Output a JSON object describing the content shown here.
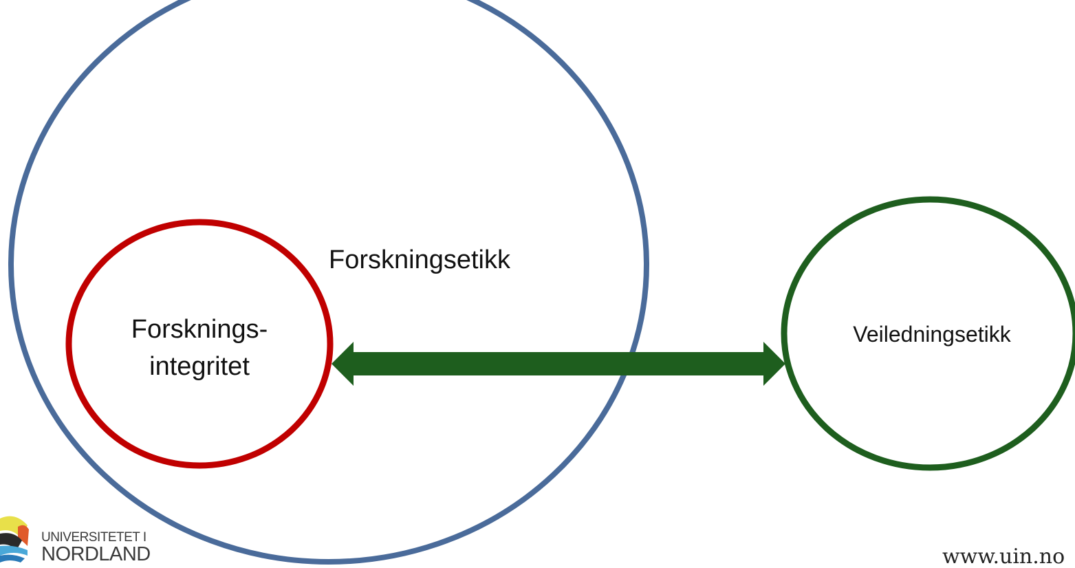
{
  "diagram": {
    "outer_circle": {
      "label": "Forskningsetikk",
      "color": "#4a6b9a"
    },
    "inner_circle": {
      "label_line1": "Forsknings-",
      "label_line2": "integritet",
      "color": "#c00000"
    },
    "right_circle": {
      "label": "Veiledningsetikk",
      "color": "#1e5e1e"
    },
    "arrow": {
      "type": "double-headed",
      "color": "#1e5e1e"
    }
  },
  "logo": {
    "line1": "UNIVERSITETET I",
    "line2": "NORDLAND",
    "icon": "wave-logo-icon"
  },
  "footer": {
    "url": "www.uin.no"
  }
}
